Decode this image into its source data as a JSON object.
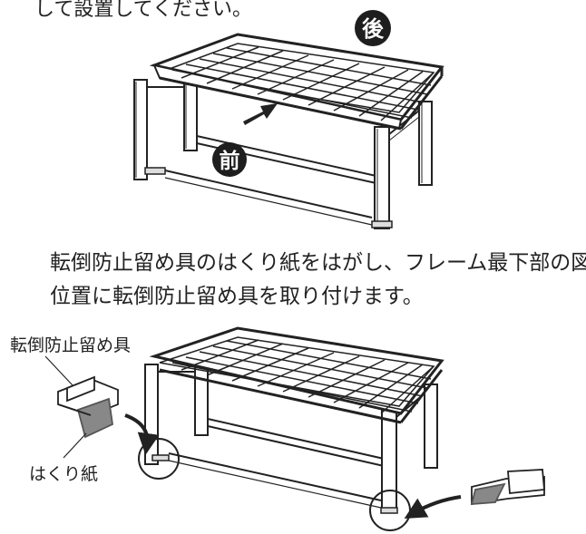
{
  "top_text": "して設置してください。",
  "badges": {
    "back": "後",
    "front": "前"
  },
  "instruction": {
    "line1": "転倒防止留め具のはくり紙をはがし、フレーム最下部の図の",
    "line2": "位置に転倒防止留め具を取り付けます。"
  },
  "labels": {
    "stopper": "転倒防止留め具",
    "release_paper": "はくり紙"
  },
  "colors": {
    "ink": "#222222",
    "badge": "#1e1e1e",
    "paper": "#888888"
  }
}
